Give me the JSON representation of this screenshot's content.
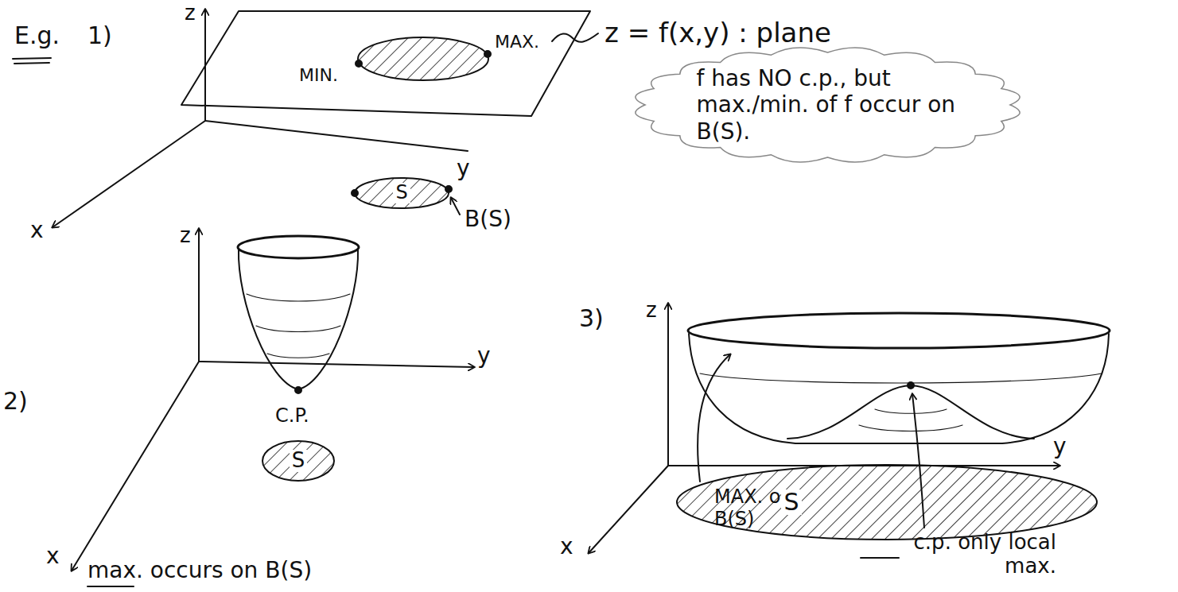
{
  "diagram": {
    "nodes": [
      {
        "text": [
          "f has NO c.p., but max./min. of f occur on B(S)."
        ]
      },
      {
        "text": [
          "S"
        ]
      },
      {
        "text": [
          "S"
        ]
      },
      {
        "text": [
          "S"
        ]
      }
    ],
    "labels": [
      "E.g.",
      "1)",
      "z",
      "MIN.",
      "MAX.",
      "z = f(x,y) : plane",
      "y",
      "x",
      "B(S)",
      "2)",
      "z",
      "C.P.",
      "y",
      "x",
      "max. occurs on B(S)",
      "3)",
      "z",
      "y",
      "x",
      "MAX. on B(S)",
      "c.p. only local max."
    ]
  }
}
